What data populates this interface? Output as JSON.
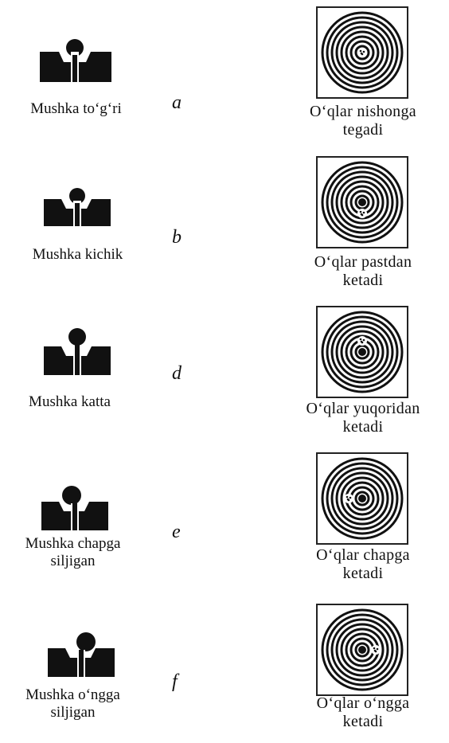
{
  "rows": [
    {
      "letter": "a",
      "sight_label": [
        "Mushka to‘g‘ri"
      ],
      "result_label": [
        "O‘qlar nishonga",
        "tegadi"
      ]
    },
    {
      "letter": "b",
      "sight_label": [
        "Mushka kichik"
      ],
      "result_label": [
        "O‘qlar pastdan",
        "ketadi"
      ]
    },
    {
      "letter": "d",
      "sight_label": [
        "Mushka katta"
      ],
      "result_label": [
        "O‘qlar yuqoridan",
        "ketadi"
      ]
    },
    {
      "letter": "e",
      "sight_label": [
        "Mushka chapga",
        "siljigan"
      ],
      "result_label": [
        "O‘qlar chapga",
        "ketadi"
      ]
    },
    {
      "letter": "f",
      "sight_label": [
        "Mushka o‘ngga",
        "siljigan"
      ],
      "result_label": [
        "O‘qlar o‘ngga",
        "ketadi"
      ]
    }
  ],
  "colors": {
    "ink": "#111111",
    "target_ring": "#111111",
    "background": "#ffffff"
  },
  "icons": {
    "sight": "front-sight-icon",
    "target": "target-icon"
  }
}
